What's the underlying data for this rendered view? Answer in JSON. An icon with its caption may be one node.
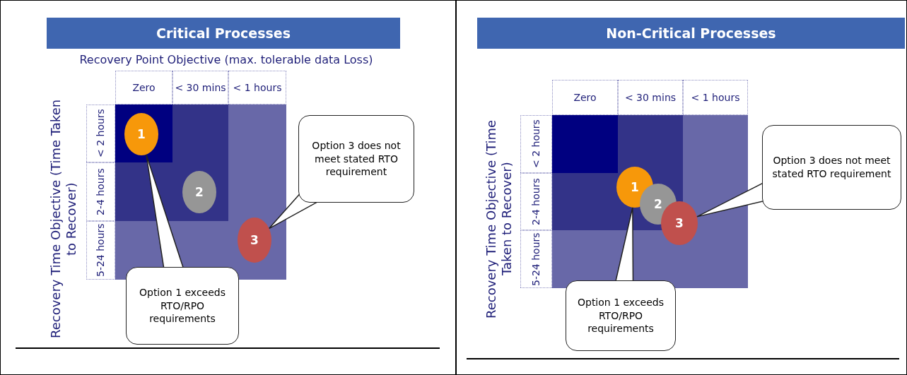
{
  "diagram": {
    "nodes": [
      {
        "text": [
          "Critical Processes"
        ]
      },
      {
        "text": [
          "1"
        ]
      },
      {
        "text": [
          "2"
        ]
      },
      {
        "text": [
          "3"
        ]
      },
      {
        "text": [
          "Option 3 does not meet stated RTO requirement"
        ]
      },
      {
        "text": [
          "Option 1 exceeds RTO/RPO requirements"
        ]
      },
      {
        "text": [
          "Non-Critical Processes"
        ]
      },
      {
        "text": [
          "1"
        ]
      },
      {
        "text": [
          "2"
        ]
      },
      {
        "text": [
          "3"
        ]
      },
      {
        "text": [
          "Option 3 does not meet stated RTO requirement"
        ]
      },
      {
        "text": [
          "Option 1 exceeds RTO/RPO requirements"
        ]
      }
    ],
    "edges": [
      {
        "from": 4,
        "to": 3,
        "arrow": "none"
      },
      {
        "from": 5,
        "to": 1,
        "arrow": "none"
      },
      {
        "from": 10,
        "to": 9,
        "arrow": "none"
      },
      {
        "from": 11,
        "to": 7,
        "arrow": "none"
      }
    ],
    "labels": [
      "Recovery Point Objective (max. tolerable data Loss)",
      "Zero",
      "< 30 mins",
      "< 1 hours",
      "< 2 hours",
      "2-4 hours",
      "5-24 hours",
      "Recovery Time Objective (Time Taken to Recover)",
      "Zero",
      "< 30 mins",
      "< 1 hours",
      "< 2 hours",
      "2-4 hours",
      "5-24 hours",
      "Recovery Time Objective (Time Taken to Recover)"
    ]
  }
}
